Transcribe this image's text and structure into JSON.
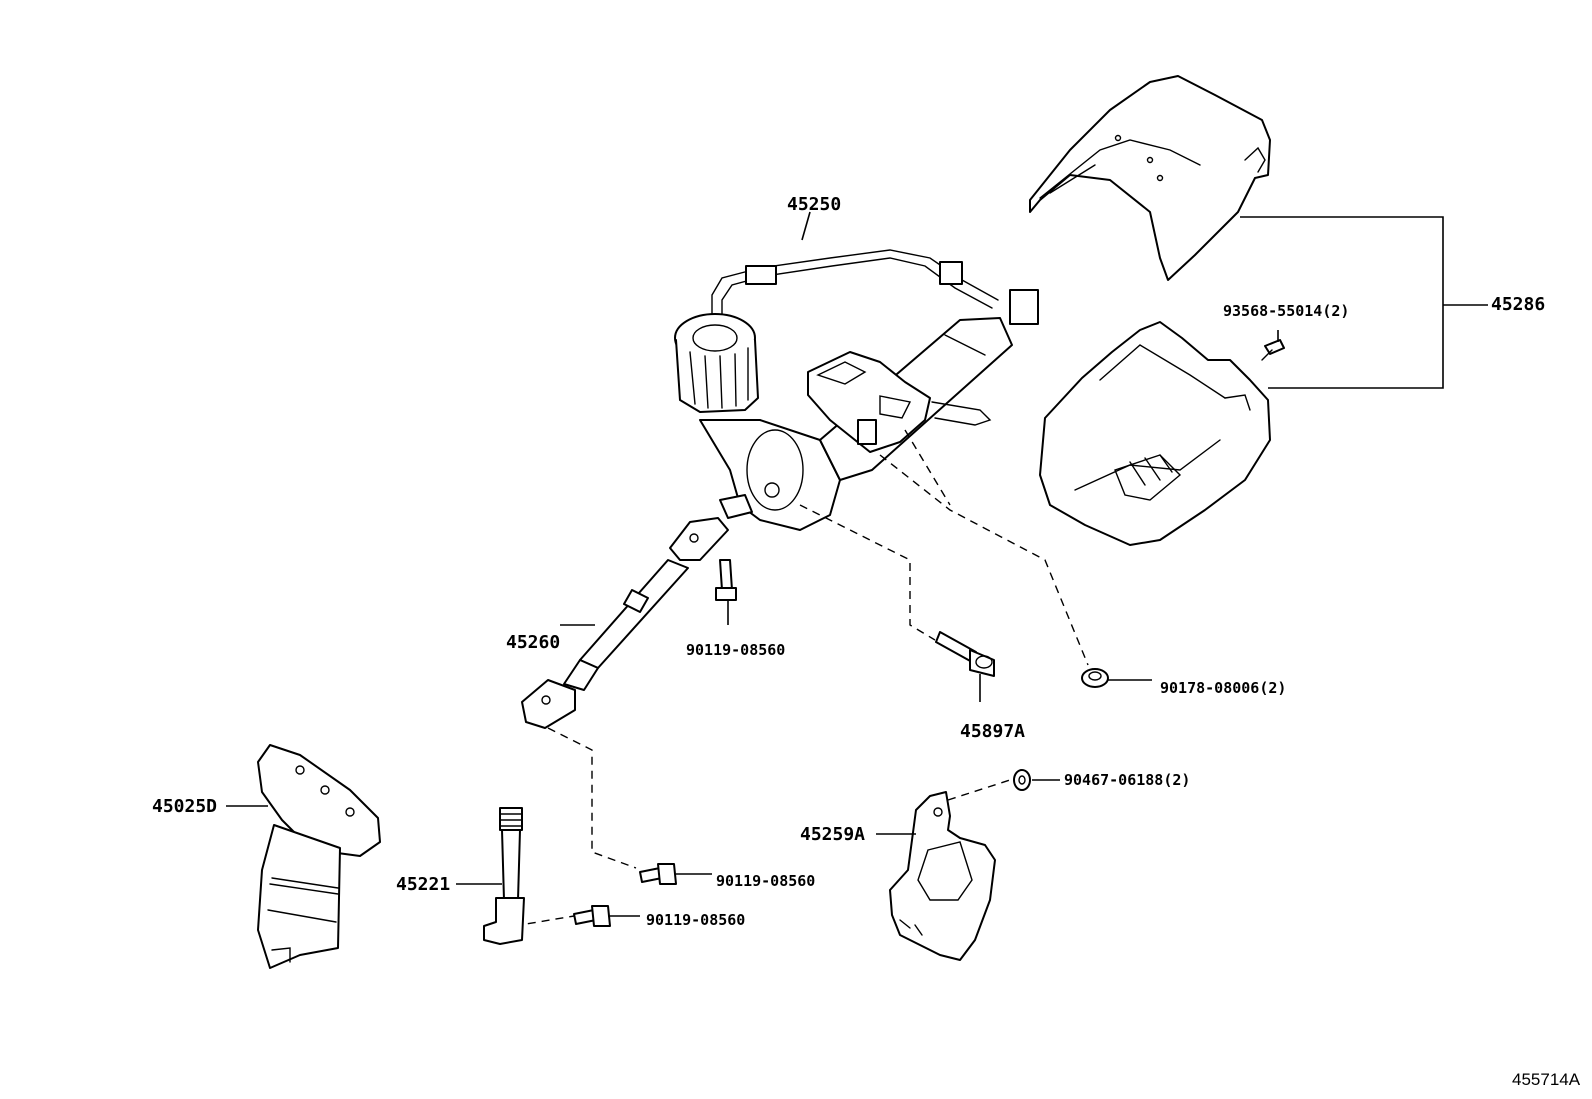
{
  "labels": {
    "p45250": "45250",
    "p45286": "45286",
    "p93568": "93568-55014(2)",
    "p45260": "45260",
    "p90119_a": "90119-08560",
    "p45897a": "45897A",
    "p90178": "90178-08006(2)",
    "p45025d": "45025D",
    "p90467": "90467-06188(2)",
    "p45259a": "45259A",
    "p45221": "45221",
    "p90119_b": "90119-08560",
    "p90119_c": "90119-08560"
  },
  "reference_code": "455714A"
}
